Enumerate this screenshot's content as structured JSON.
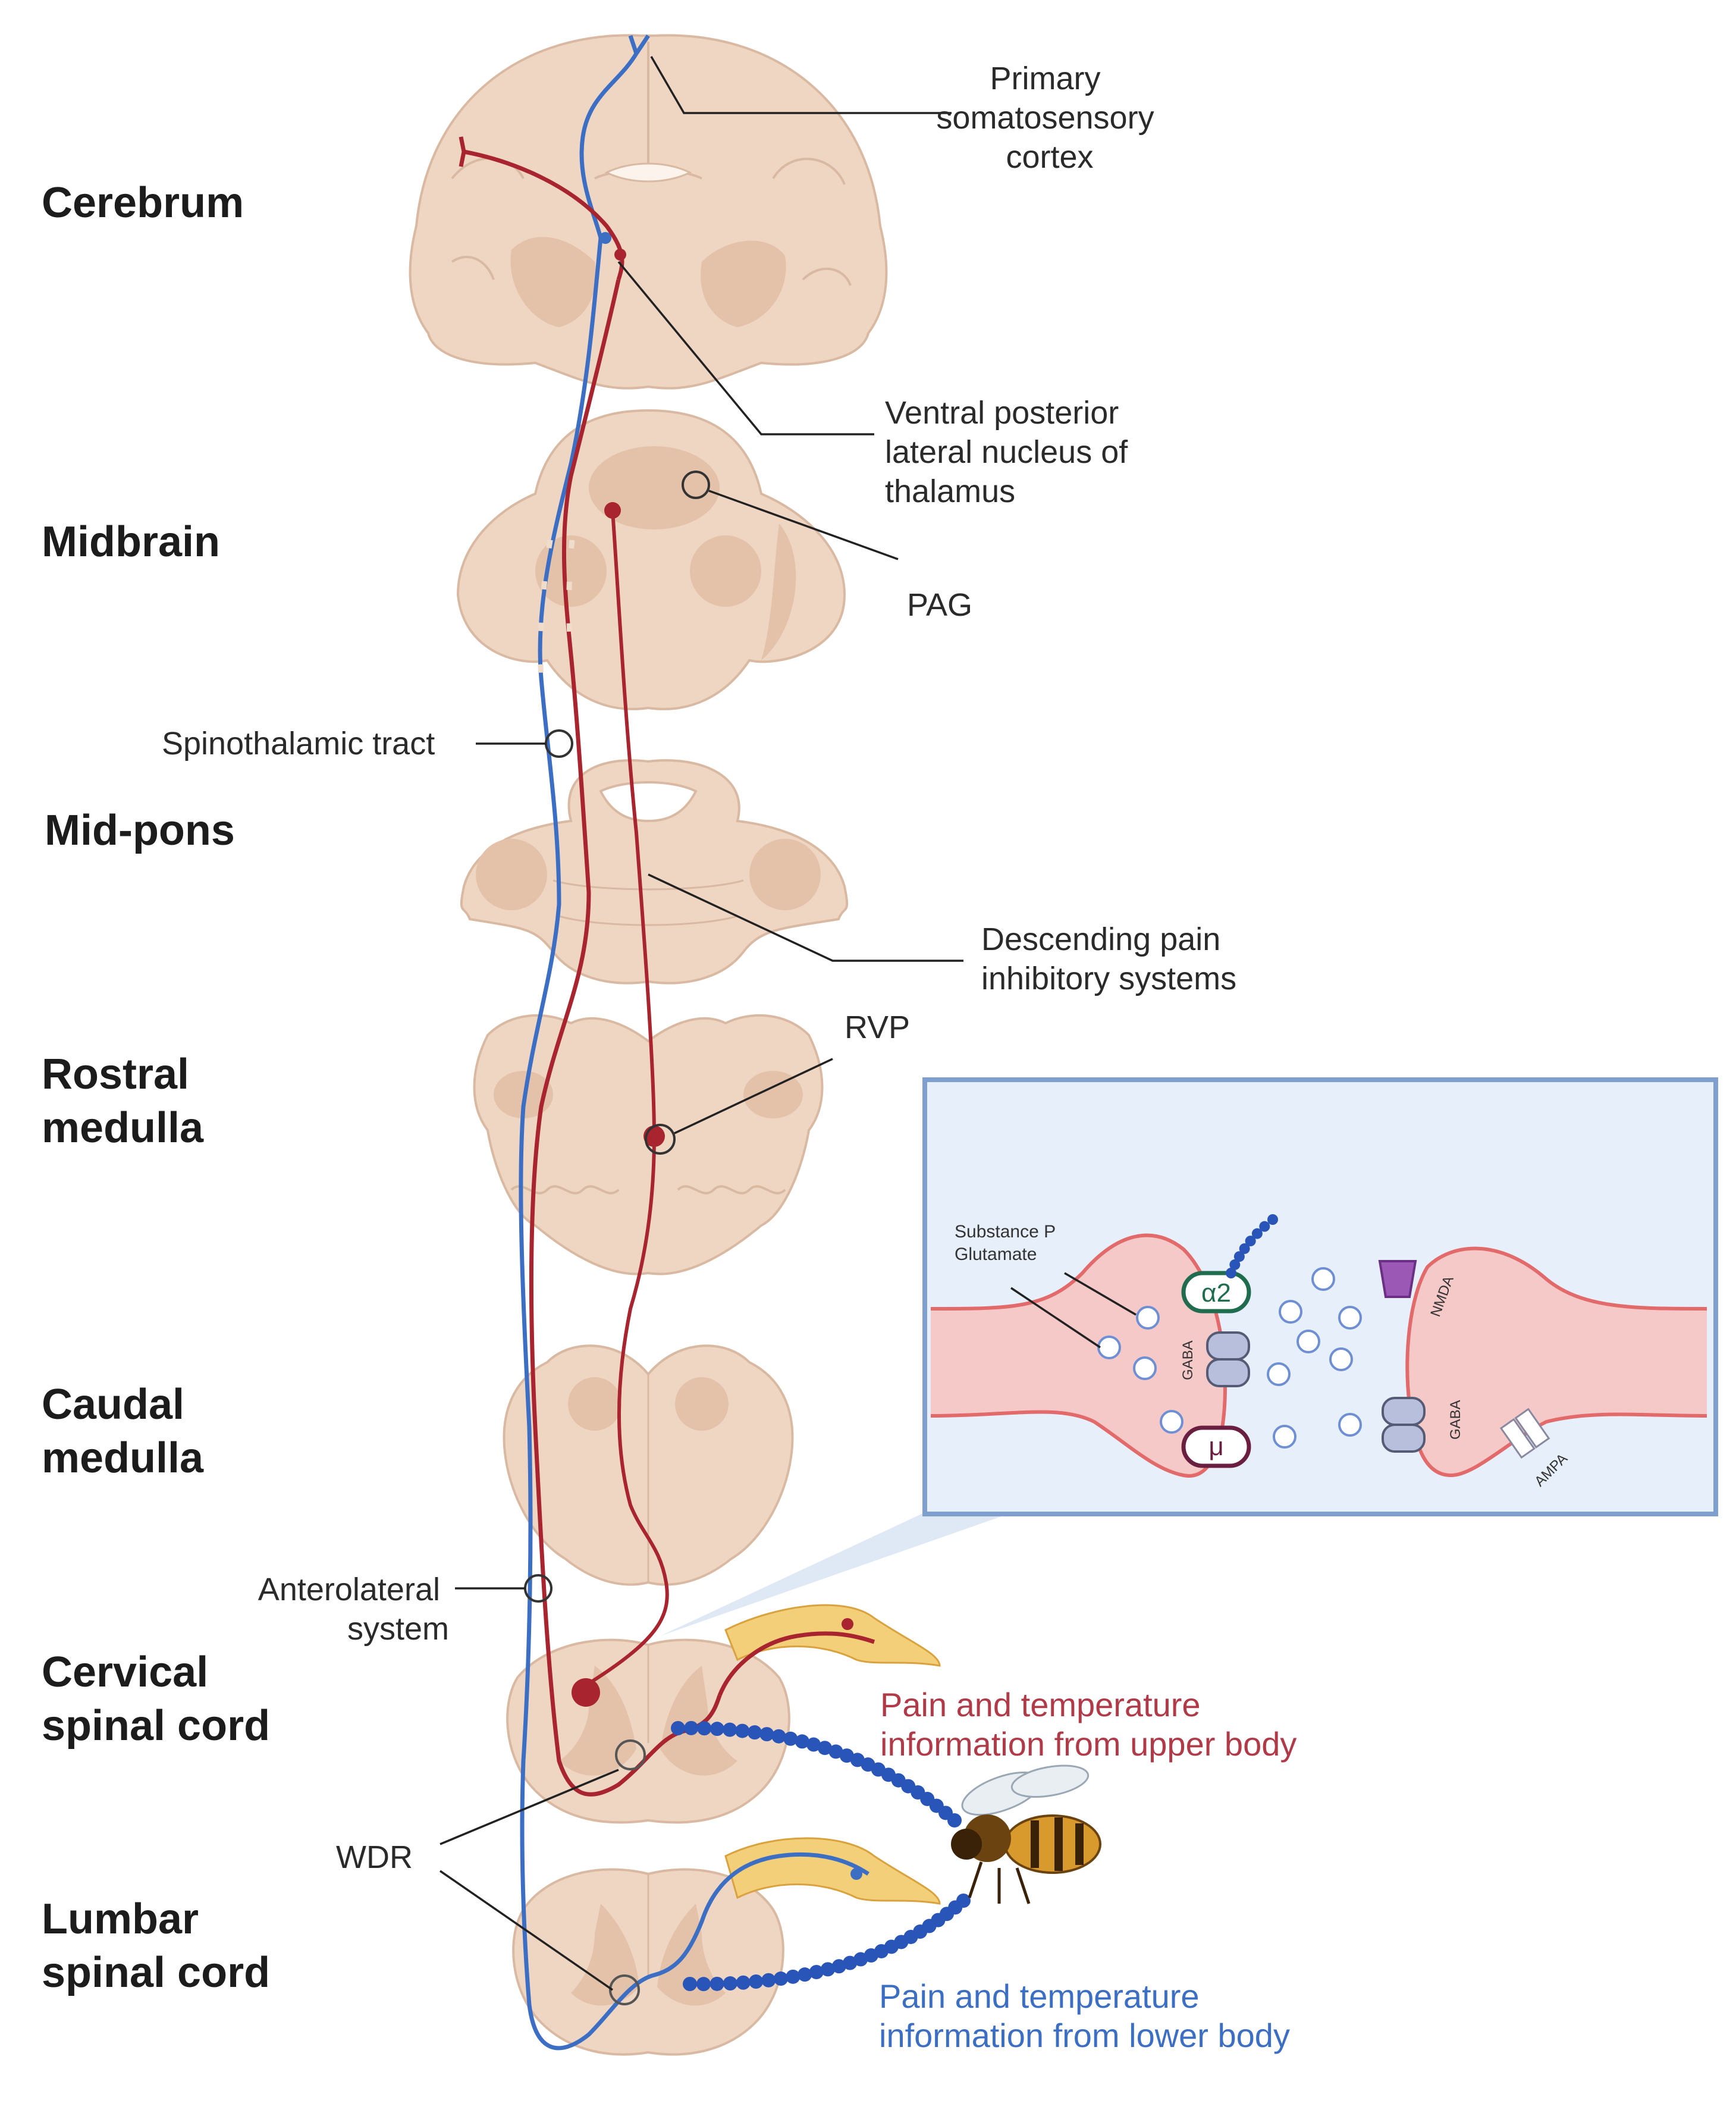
{
  "regions": {
    "cerebrum": "Cerebrum",
    "midbrain": "Midbrain",
    "mid_pons": "Mid-pons",
    "rostral_medulla": [
      "Rostral",
      "medulla"
    ],
    "caudal_medulla": [
      "Caudal",
      "medulla"
    ],
    "cervical": [
      "Cervical",
      "spinal cord"
    ],
    "lumbar": [
      "Lumbar",
      "spinal cord"
    ]
  },
  "labels": {
    "primary_cortex": [
      "Primary",
      "somatosensory",
      "cortex"
    ],
    "vpl": [
      "Ventral posterior",
      "lateral nucleus of",
      "thalamus"
    ],
    "pag": "PAG",
    "spinothalamic": "Spinothalamic tract",
    "descending": [
      "Descending pain",
      "inhibitory systems"
    ],
    "rvp": "RVP",
    "anterolateral": [
      "Anterolateral",
      "system"
    ],
    "wdr": "WDR",
    "upper_body": [
      "Pain and temperature",
      "information from upper body"
    ],
    "lower_body": [
      "Pain and temperature",
      "information from lower body"
    ]
  },
  "inset": {
    "substance_p": "Substance P",
    "glutamate": "Glutamate",
    "alpha2": "α2",
    "mu": "μ",
    "gaba_left": "GABA",
    "gaba_right": "GABA",
    "nmda": "NMDA",
    "ampa": "AMPA"
  },
  "colors": {
    "red_pathway": "#a8242f",
    "blue_pathway": "#3c6fc4",
    "tissue": "#efd6c3",
    "inset_border": "#7f9fcf",
    "inset_fill": "#e6effa",
    "synapse": "#f6c9c9"
  }
}
